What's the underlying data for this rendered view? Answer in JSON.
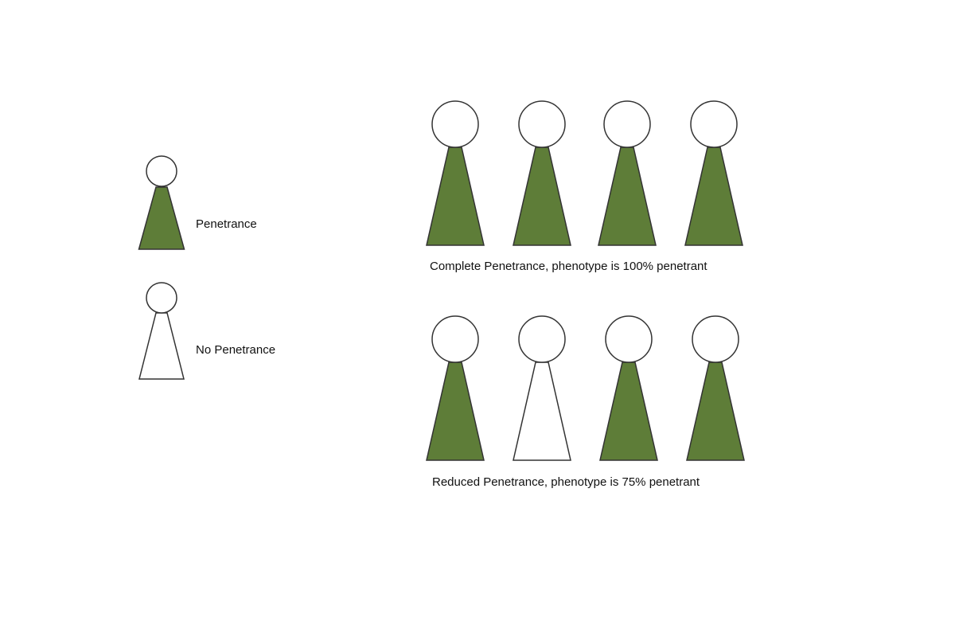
{
  "colors": {
    "penetrant": "#5e7d38",
    "stroke": "#333333",
    "empty": "#ffffff"
  },
  "legend": [
    {
      "label": "Penetrance",
      "penetrant": true
    },
    {
      "label": "No Penetrance",
      "penetrant": false
    }
  ],
  "rows": [
    {
      "caption": "Complete Penetrance, phenotype is 100% penetrant",
      "figures": [
        true,
        true,
        true,
        true
      ]
    },
    {
      "caption": "Reduced Penetrance, phenotype is 75% penetrant",
      "figures": [
        true,
        false,
        true,
        true
      ]
    }
  ]
}
